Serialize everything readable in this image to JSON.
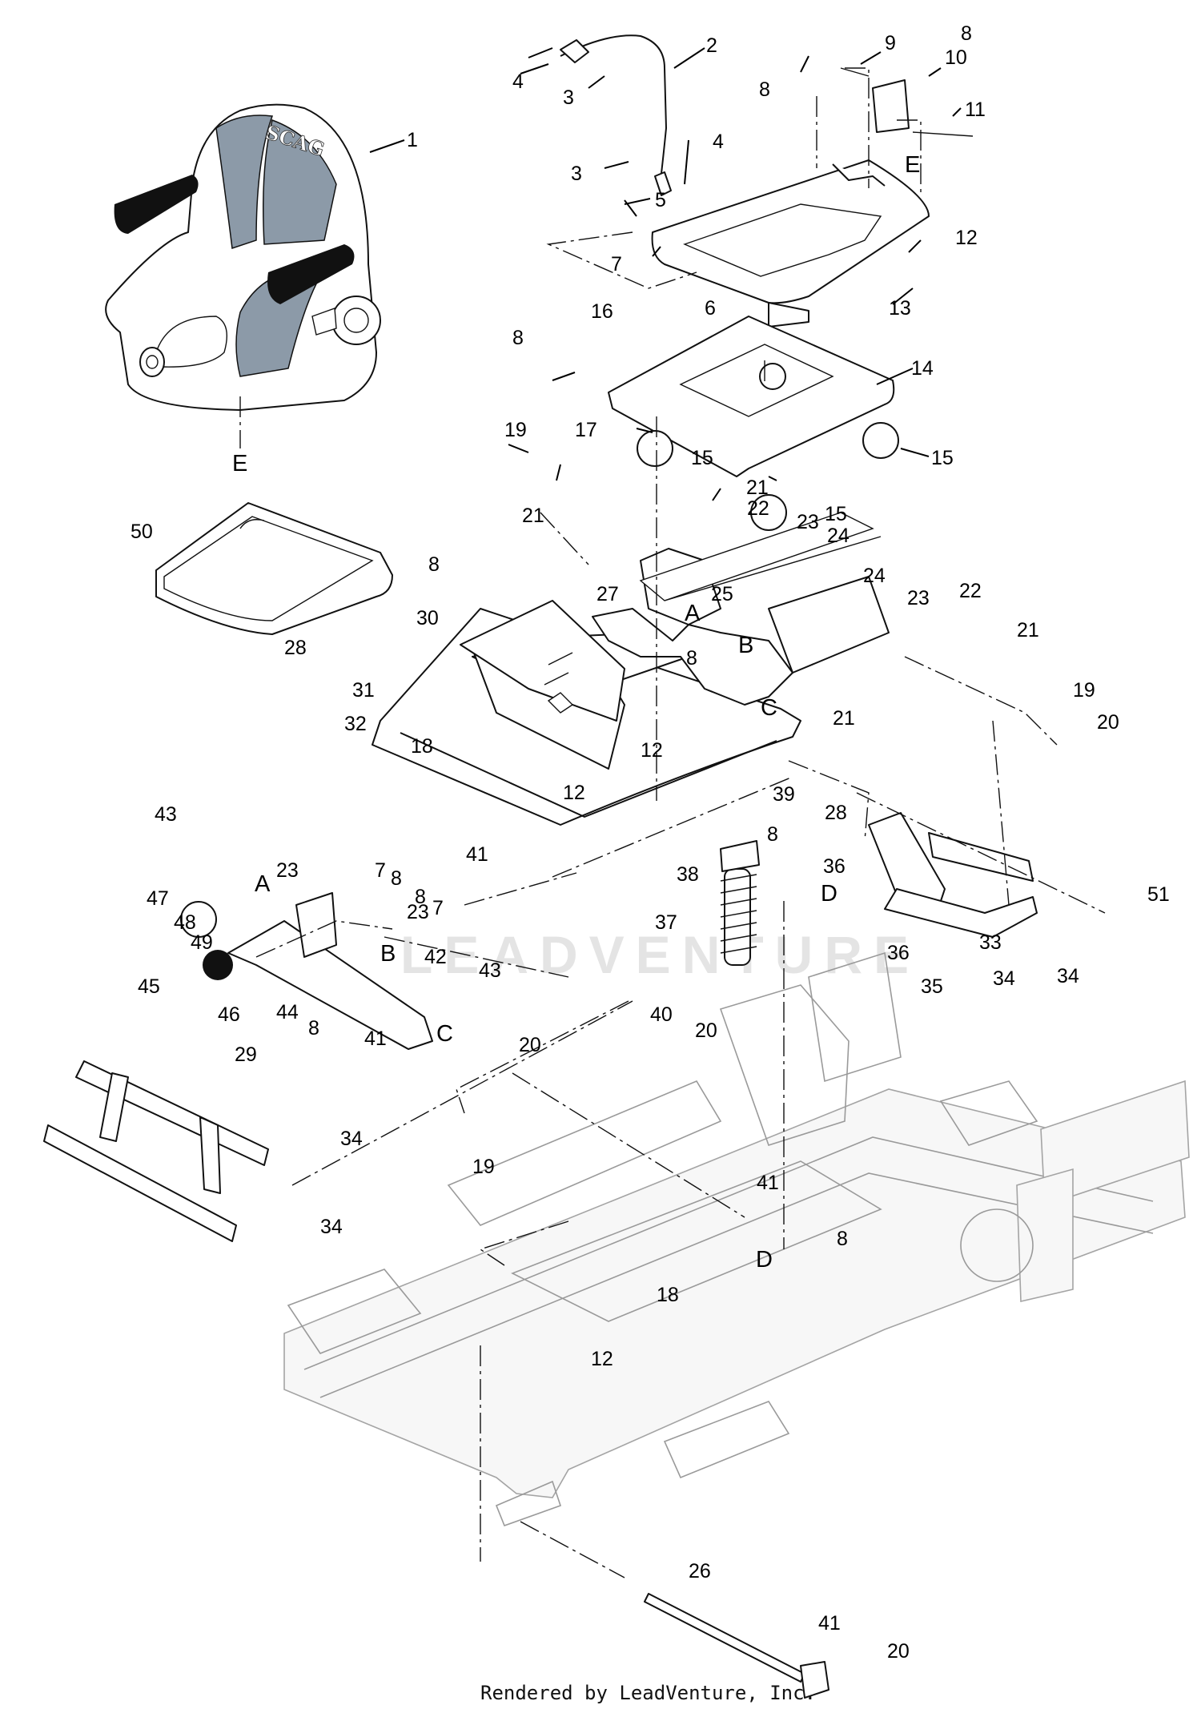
{
  "footer_text": "Rendered by LeadVenture, Inc.",
  "watermark_text": "LEADVENTURE",
  "seat_brand": "SCAG",
  "callouts": [
    {
      "id": "c1",
      "text": "1"
    },
    {
      "id": "c2",
      "text": "2"
    },
    {
      "id": "c3a",
      "text": "3"
    },
    {
      "id": "c3b",
      "text": "3"
    },
    {
      "id": "c4a",
      "text": "4"
    },
    {
      "id": "c4b",
      "text": "4"
    },
    {
      "id": "c5",
      "text": "5"
    },
    {
      "id": "c6",
      "text": "6"
    },
    {
      "id": "c7a",
      "text": "7"
    },
    {
      "id": "c7b",
      "text": "7"
    },
    {
      "id": "c7c",
      "text": "7"
    },
    {
      "id": "c8a",
      "text": "8"
    },
    {
      "id": "c8b",
      "text": "8"
    },
    {
      "id": "c8c",
      "text": "8"
    },
    {
      "id": "c8d",
      "text": "8"
    },
    {
      "id": "c8e",
      "text": "8"
    },
    {
      "id": "c8f",
      "text": "8"
    },
    {
      "id": "c8g",
      "text": "8"
    },
    {
      "id": "c8h",
      "text": "8"
    },
    {
      "id": "c8i",
      "text": "8"
    },
    {
      "id": "c8j",
      "text": "8"
    },
    {
      "id": "c9",
      "text": "9"
    },
    {
      "id": "c10",
      "text": "10"
    },
    {
      "id": "c11",
      "text": "11"
    },
    {
      "id": "c12a",
      "text": "12"
    },
    {
      "id": "c12b",
      "text": "12"
    },
    {
      "id": "c12c",
      "text": "12"
    },
    {
      "id": "c12d",
      "text": "12"
    },
    {
      "id": "c13",
      "text": "13"
    },
    {
      "id": "c14",
      "text": "14"
    },
    {
      "id": "c15a",
      "text": "15"
    },
    {
      "id": "c15b",
      "text": "15"
    },
    {
      "id": "c15c",
      "text": "15"
    },
    {
      "id": "c16",
      "text": "16"
    },
    {
      "id": "c17",
      "text": "17"
    },
    {
      "id": "c18a",
      "text": "18"
    },
    {
      "id": "c18b",
      "text": "18"
    },
    {
      "id": "c19a",
      "text": "19"
    },
    {
      "id": "c19b",
      "text": "19"
    },
    {
      "id": "c19c",
      "text": "19"
    },
    {
      "id": "c20a",
      "text": "20"
    },
    {
      "id": "c20b",
      "text": "20"
    },
    {
      "id": "c20c",
      "text": "20"
    },
    {
      "id": "c20d",
      "text": "20"
    },
    {
      "id": "c21a",
      "text": "21"
    },
    {
      "id": "c21b",
      "text": "21"
    },
    {
      "id": "c21c",
      "text": "21"
    },
    {
      "id": "c21d",
      "text": "21"
    },
    {
      "id": "c22a",
      "text": "22"
    },
    {
      "id": "c22b",
      "text": "22"
    },
    {
      "id": "c23a",
      "text": "23"
    },
    {
      "id": "c23b",
      "text": "23"
    },
    {
      "id": "c23c",
      "text": "23"
    },
    {
      "id": "c23d",
      "text": "23"
    },
    {
      "id": "c24a",
      "text": "24"
    },
    {
      "id": "c24b",
      "text": "24"
    },
    {
      "id": "c25",
      "text": "25"
    },
    {
      "id": "c26",
      "text": "26"
    },
    {
      "id": "c27",
      "text": "27"
    },
    {
      "id": "c28a",
      "text": "28"
    },
    {
      "id": "c28b",
      "text": "28"
    },
    {
      "id": "c29",
      "text": "29"
    },
    {
      "id": "c30",
      "text": "30"
    },
    {
      "id": "c31",
      "text": "31"
    },
    {
      "id": "c32",
      "text": "32"
    },
    {
      "id": "c33",
      "text": "33"
    },
    {
      "id": "c34a",
      "text": "34"
    },
    {
      "id": "c34b",
      "text": "34"
    },
    {
      "id": "c34c",
      "text": "34"
    },
    {
      "id": "c34d",
      "text": "34"
    },
    {
      "id": "c35",
      "text": "35"
    },
    {
      "id": "c36a",
      "text": "36"
    },
    {
      "id": "c36b",
      "text": "36"
    },
    {
      "id": "c37",
      "text": "37"
    },
    {
      "id": "c38",
      "text": "38"
    },
    {
      "id": "c39",
      "text": "39"
    },
    {
      "id": "c40",
      "text": "40"
    },
    {
      "id": "c41a",
      "text": "41"
    },
    {
      "id": "c41b",
      "text": "41"
    },
    {
      "id": "c41c",
      "text": "41"
    },
    {
      "id": "c41d",
      "text": "41"
    },
    {
      "id": "c42",
      "text": "42"
    },
    {
      "id": "c43a",
      "text": "43"
    },
    {
      "id": "c43b",
      "text": "43"
    },
    {
      "id": "c44",
      "text": "44"
    },
    {
      "id": "c45",
      "text": "45"
    },
    {
      "id": "c46",
      "text": "46"
    },
    {
      "id": "c47",
      "text": "47"
    },
    {
      "id": "c48",
      "text": "48"
    },
    {
      "id": "c49",
      "text": "49"
    },
    {
      "id": "c50",
      "text": "50"
    },
    {
      "id": "c51",
      "text": "51"
    }
  ],
  "reference_letters": [
    {
      "id": "rA1",
      "text": "A"
    },
    {
      "id": "rA2",
      "text": "A"
    },
    {
      "id": "rB1",
      "text": "B"
    },
    {
      "id": "rB2",
      "text": "B"
    },
    {
      "id": "rC1",
      "text": "C"
    },
    {
      "id": "rC2",
      "text": "C"
    },
    {
      "id": "rD1",
      "text": "D"
    },
    {
      "id": "rD2",
      "text": "D"
    },
    {
      "id": "rE1",
      "text": "E"
    },
    {
      "id": "rE2",
      "text": "E"
    }
  ]
}
